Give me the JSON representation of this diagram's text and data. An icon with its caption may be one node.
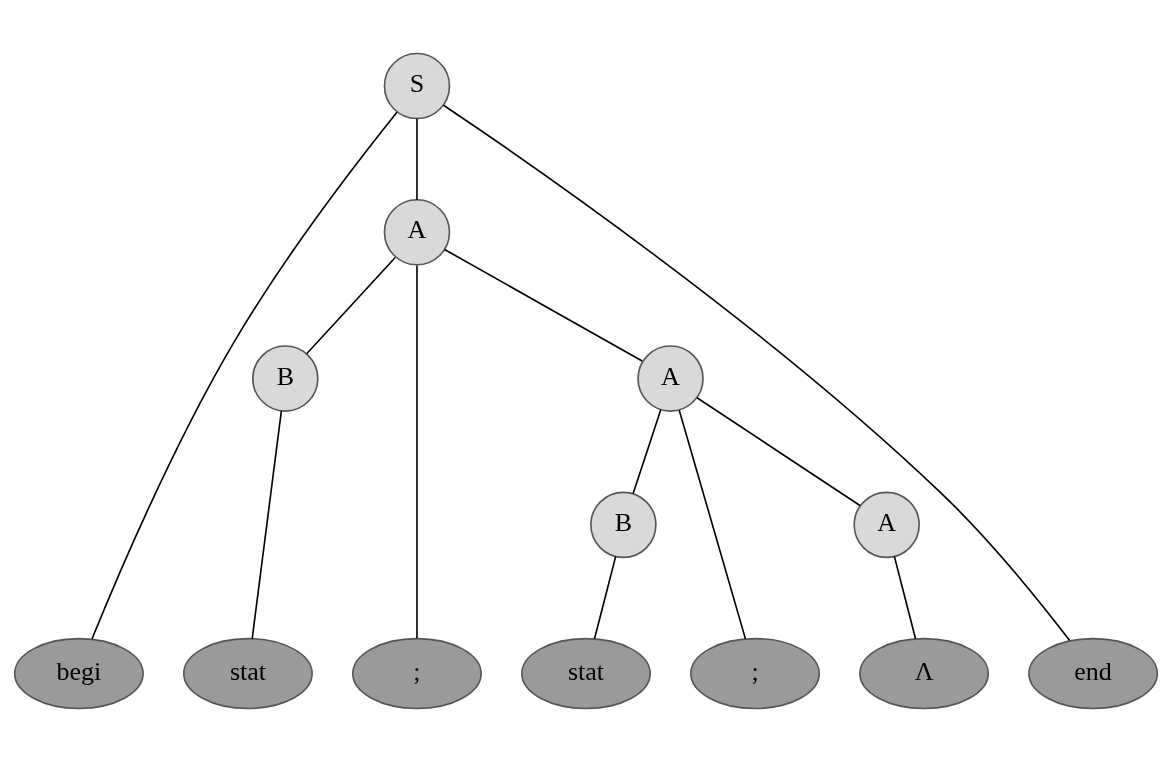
{
  "diagram": {
    "nodes": [
      {
        "text": [
          "S"
        ]
      },
      {
        "text": [
          "A"
        ]
      },
      {
        "text": [
          "B"
        ]
      },
      {
        "text": [
          "A"
        ]
      },
      {
        "text": [
          "B"
        ]
      },
      {
        "text": [
          "A"
        ]
      },
      {
        "text": [
          "begi"
        ]
      },
      {
        "text": [
          "stat"
        ]
      },
      {
        "text": [
          ";"
        ]
      },
      {
        "text": [
          "stat"
        ]
      },
      {
        "text": [
          ";"
        ]
      },
      {
        "text": [
          "Λ"
        ]
      },
      {
        "text": [
          "end"
        ]
      }
    ],
    "edges": [
      {
        "from": 0,
        "to": 6,
        "arrow": "none"
      },
      {
        "from": 0,
        "to": 1,
        "arrow": "none"
      },
      {
        "from": 0,
        "to": 12,
        "arrow": "none"
      },
      {
        "from": 1,
        "to": 2,
        "arrow": "none"
      },
      {
        "from": 1,
        "to": 8,
        "arrow": "none"
      },
      {
        "from": 1,
        "to": 3,
        "arrow": "none"
      },
      {
        "from": 2,
        "to": 7,
        "arrow": "none"
      },
      {
        "from": 3,
        "to": 4,
        "arrow": "none"
      },
      {
        "from": 3,
        "to": 10,
        "arrow": "none"
      },
      {
        "from": 3,
        "to": 5,
        "arrow": "none"
      },
      {
        "from": 4,
        "to": 9,
        "arrow": "none"
      },
      {
        "from": 5,
        "to": 11,
        "arrow": "none"
      }
    ]
  }
}
